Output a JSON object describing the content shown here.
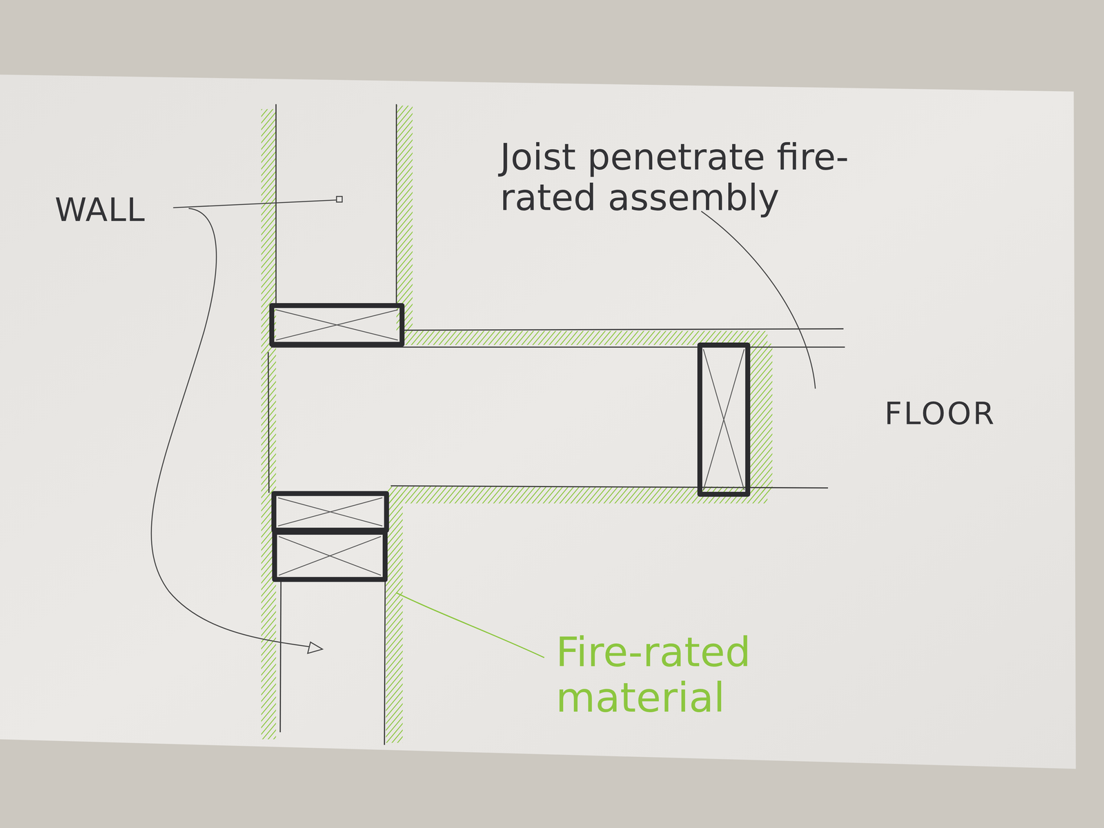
{
  "diagram": {
    "labels": [
      "WALL",
      "Joist penetrate fire-rated assembly",
      "FLOOR",
      "Fire-rated material"
    ]
  }
}
